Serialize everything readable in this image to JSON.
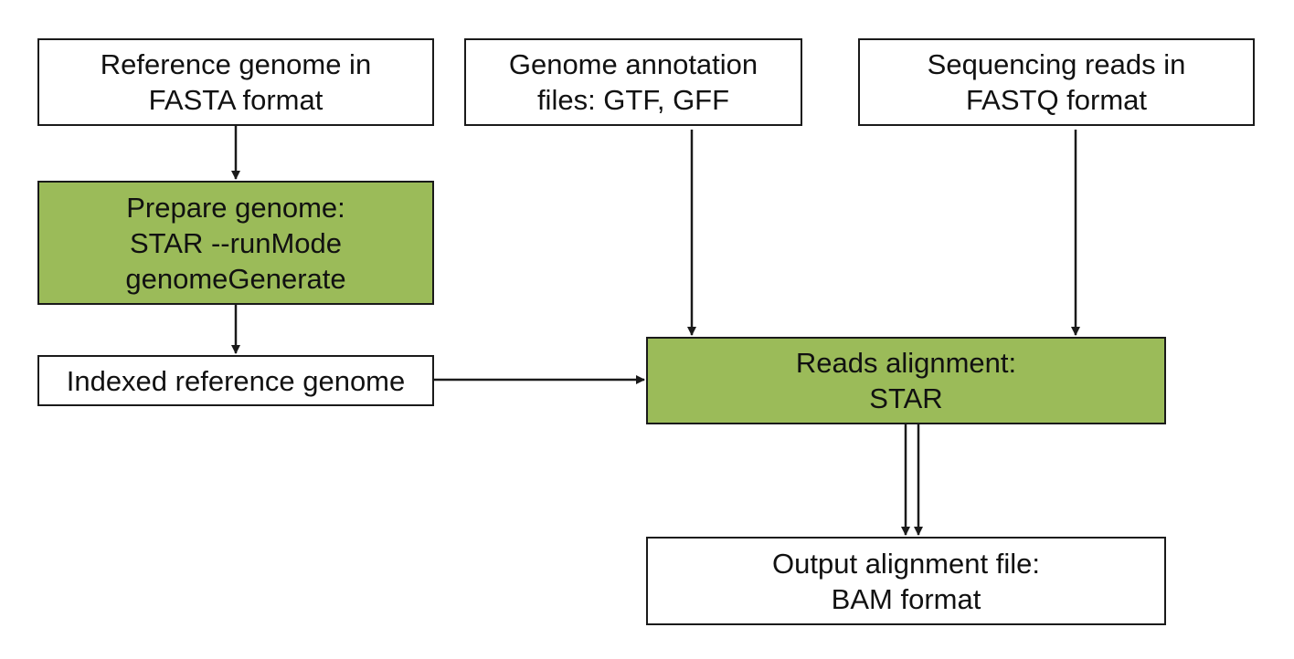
{
  "nodes": {
    "reference_genome": {
      "lines": [
        "Reference genome in",
        "FASTA format"
      ],
      "fill": "#ffffff"
    },
    "genome_annotation": {
      "lines": [
        "Genome annotation",
        "files: GTF, GFF"
      ],
      "fill": "#ffffff"
    },
    "sequencing_reads": {
      "lines": [
        "Sequencing reads in",
        "FASTQ format"
      ],
      "fill": "#ffffff"
    },
    "prepare_genome": {
      "lines": [
        "Prepare genome:",
        "STAR --runMode",
        "genomeGenerate"
      ],
      "fill": "#9bbb59"
    },
    "indexed_genome": {
      "lines": [
        "Indexed reference genome"
      ],
      "fill": "#ffffff"
    },
    "reads_alignment": {
      "lines": [
        "Reads alignment:",
        "STAR"
      ],
      "fill": "#9bbb59"
    },
    "output_alignment": {
      "lines": [
        "Output alignment file:",
        "BAM format"
      ],
      "fill": "#ffffff"
    }
  },
  "edges": [
    {
      "from": "reference_genome",
      "to": "prepare_genome"
    },
    {
      "from": "prepare_genome",
      "to": "indexed_genome"
    },
    {
      "from": "genome_annotation",
      "to": "reads_alignment"
    },
    {
      "from": "sequencing_reads",
      "to": "reads_alignment"
    },
    {
      "from": "indexed_genome",
      "to": "reads_alignment"
    },
    {
      "from": "reads_alignment",
      "to": "output_alignment"
    },
    {
      "from": "reads_alignment",
      "to": "output_alignment"
    }
  ],
  "colors": {
    "process_fill": "#9bbb59",
    "box_fill": "#ffffff",
    "stroke": "#1a1a1a",
    "text": "#111111"
  }
}
